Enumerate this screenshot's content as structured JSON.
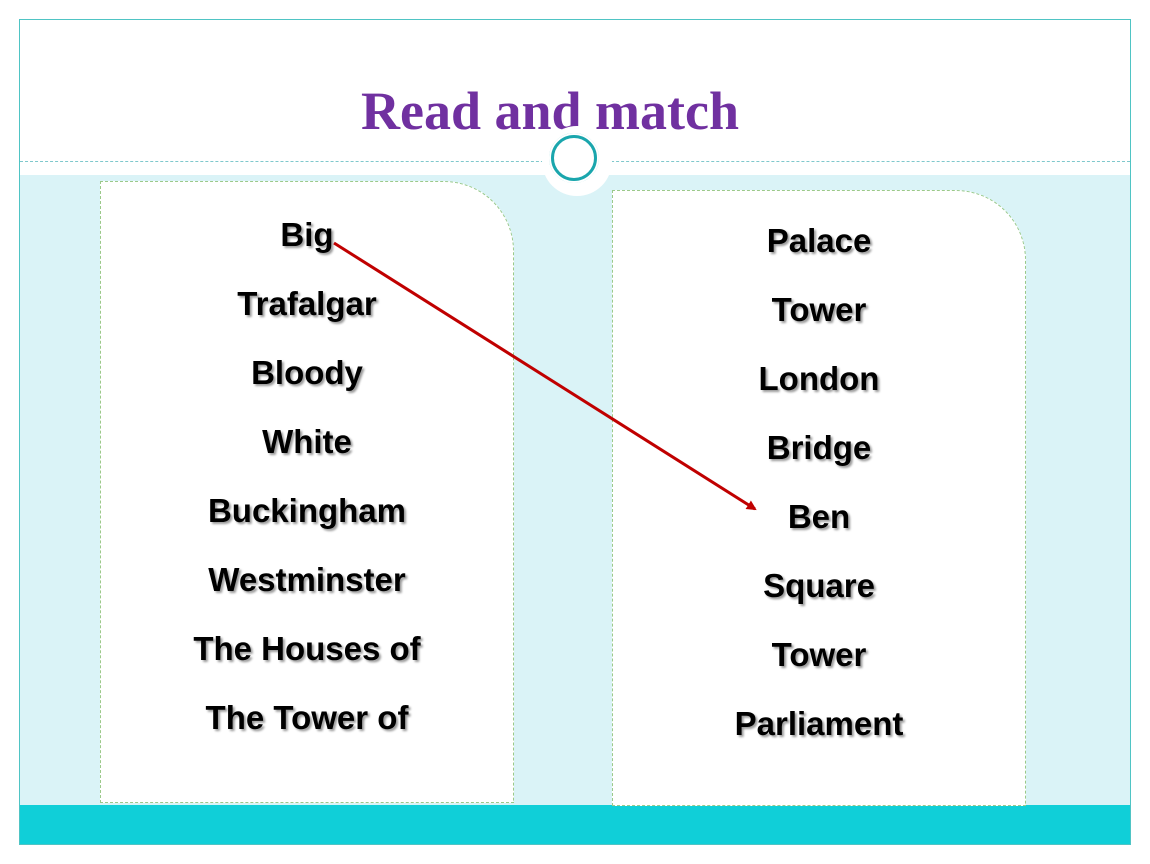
{
  "slide": {
    "title": "Read and match"
  },
  "left_column": {
    "words": [
      "Big",
      "Trafalgar",
      "Bloody",
      "White",
      "Buckingham",
      "Westminster",
      "The Houses of",
      "The Tower of"
    ]
  },
  "right_column": {
    "words": [
      "Palace",
      "Tower",
      "London",
      "Bridge",
      "Ben",
      "Square",
      "Tower",
      "Parliament"
    ]
  },
  "example_match": {
    "from": "Big",
    "to": "Ben",
    "arrow_color": "#c00000"
  },
  "colors": {
    "title": "#7030a0",
    "body_background": "#daf3f7",
    "footer_band": "#10cfd8",
    "accent_ring": "#1aa6ad"
  }
}
